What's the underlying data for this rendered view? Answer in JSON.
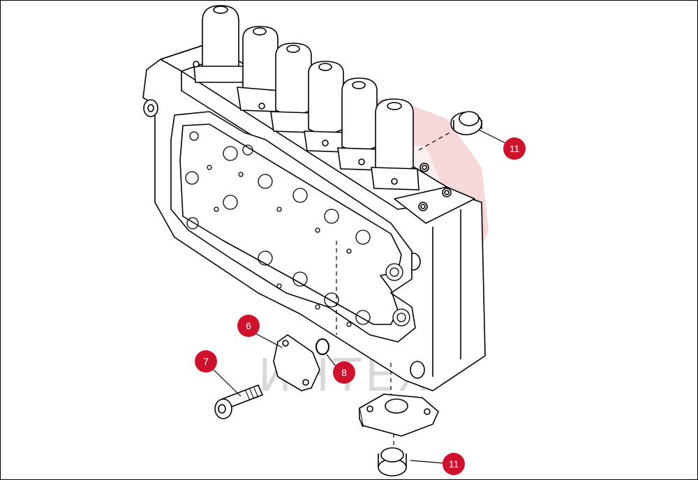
{
  "watermark": {
    "text": "ИНТЕХ",
    "logo_color": "#f3c4c4",
    "text_color": "#d9d9d9"
  },
  "colors": {
    "callout_fill": "#d0112b",
    "line": "#000000",
    "background": "#ffffff"
  },
  "callouts": [
    {
      "id": "6",
      "label": "6"
    },
    {
      "id": "7",
      "label": "7"
    },
    {
      "id": "8",
      "label": "8"
    },
    {
      "id": "11a",
      "label": "11"
    },
    {
      "id": "11b",
      "label": "11"
    }
  ]
}
